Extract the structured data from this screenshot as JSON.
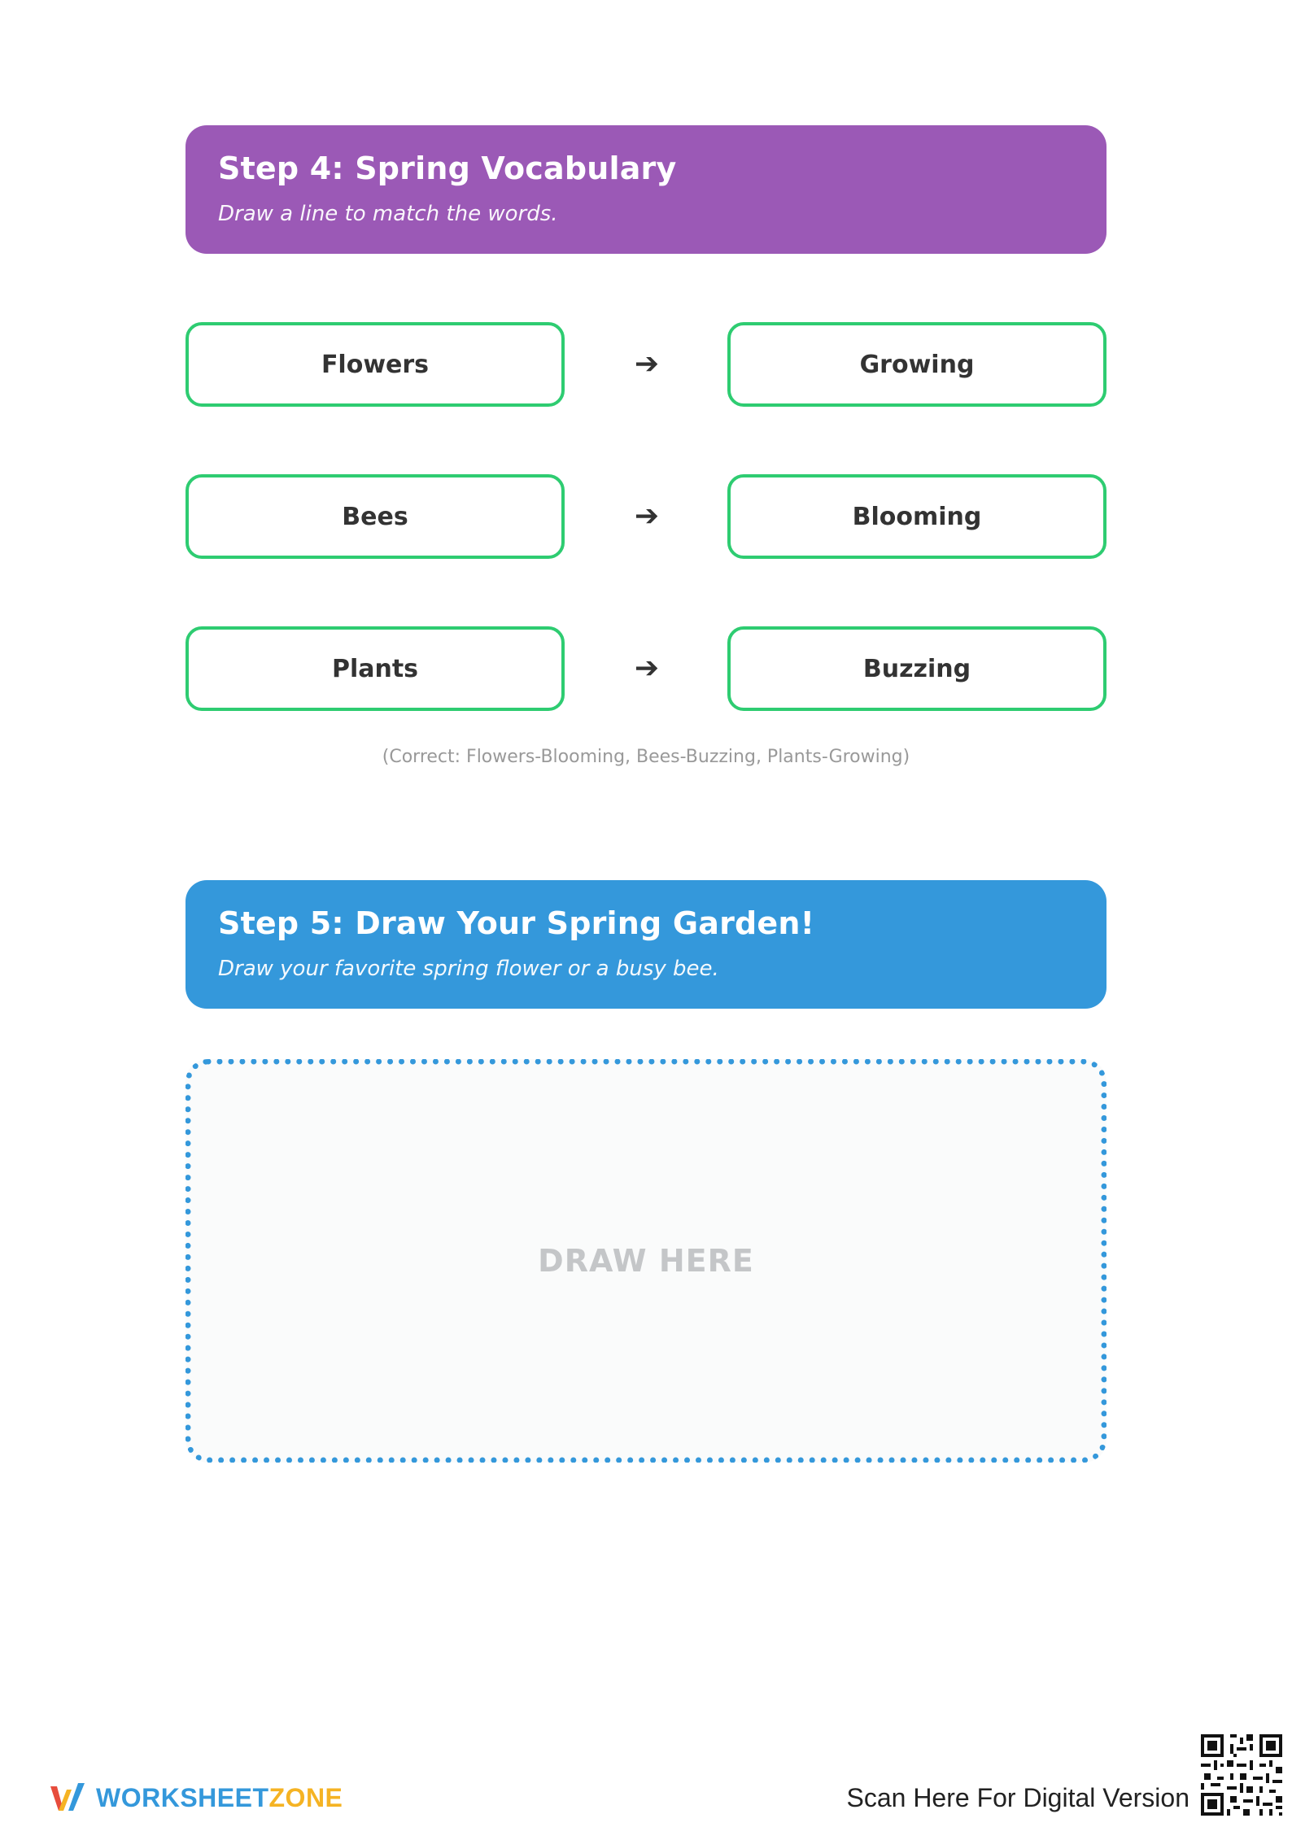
{
  "step4": {
    "title": "Step 4: Spring Vocabulary",
    "subtitle": "Draw a line to match the words.",
    "color": "#9b59b6",
    "pairs": [
      {
        "left": "Flowers",
        "arrow": "➔",
        "right": "Growing"
      },
      {
        "left": "Bees",
        "arrow": "➔",
        "right": "Blooming"
      },
      {
        "left": "Plants",
        "arrow": "➔",
        "right": "Buzzing"
      }
    ],
    "answer_note": "(Correct: Flowers-Blooming, Bees-Buzzing, Plants-Growing)",
    "box_border_color": "#2ecc71"
  },
  "step5": {
    "title": "Step 5: Draw Your Spring Garden!",
    "subtitle": "Draw your favorite spring flower or a busy bee.",
    "color": "#3498db",
    "draw_label": "DRAW HERE"
  },
  "footer": {
    "logo_word1": "WORKSHEET",
    "logo_word2": "ZONE",
    "scan_text": "Scan Here For Digital Version",
    "logo_icon": "worksheetzone-logo-icon",
    "qr_icon": "qr-code-icon"
  }
}
